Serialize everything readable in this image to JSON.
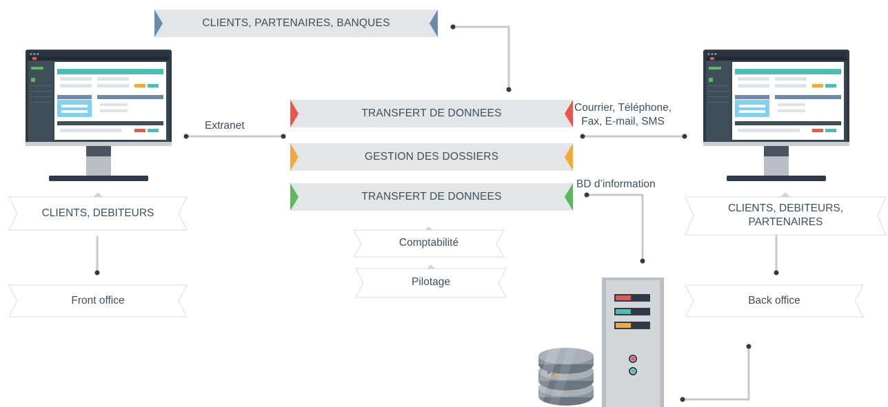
{
  "banner": {
    "label": "CLIENTS, PARTENAIRES, BANQUES",
    "color": "#6c8ba8"
  },
  "bands": [
    {
      "label": "TRANSFERT DE DONNEES",
      "color": "#e8574a"
    },
    {
      "label": "GESTION DES DOSSIERS",
      "color": "#f4a93c"
    },
    {
      "label": "TRANSFERT DE DONNEES",
      "color": "#5cb85c"
    }
  ],
  "left": {
    "link_label": "Extranet",
    "users": "CLIENTS, DEBITEURS",
    "office": "Front office"
  },
  "right": {
    "channels": "Courrier, Téléphone,\nFax, E-mail, SMS",
    "users": "CLIENTS, DEBITEURS,\nPARTENAIRES",
    "office": "Back office"
  },
  "center": {
    "modules": [
      "Comptabilité",
      "Pilotage"
    ]
  },
  "database": {
    "label": "BD d’information"
  },
  "colors": {
    "teal": "#4bbfb4",
    "navy": "#2e3a45",
    "grey": "#bfc5c9",
    "dot": "#2e3a45"
  }
}
